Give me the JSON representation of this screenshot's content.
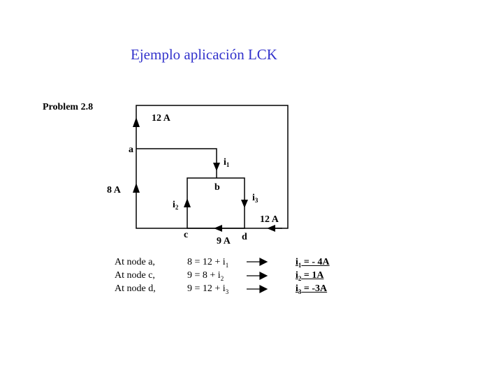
{
  "title": "Ejemplo aplicación LCK",
  "problem": "Problem 2.8",
  "diagram": {
    "labels": {
      "top_current": "12 A",
      "left_current": "8 A",
      "right_current": "12 A",
      "bottom_current": "9 A",
      "node_a": "a",
      "node_b": "b",
      "node_c": "c",
      "node_d": "d",
      "i1": "i",
      "i1_sub": "1",
      "i2": "i",
      "i2_sub": "2",
      "i3": "i",
      "i3_sub": "3"
    }
  },
  "equations": [
    {
      "node": "At node a,",
      "eq": "8 = 12 + i",
      "sub": "1",
      "res_i": "i",
      "res_sub": "1",
      "res": " = - 4A"
    },
    {
      "node": "At node c,",
      "eq": "9 = 8 + i",
      "sub": "2",
      "res_i": "i",
      "res_sub": "2",
      "res": " = 1A"
    },
    {
      "node": "At node d,",
      "eq": "9 = 12 + i",
      "sub": "3",
      "res_i": "i",
      "res_sub": "3",
      "res": " = -3A"
    }
  ]
}
